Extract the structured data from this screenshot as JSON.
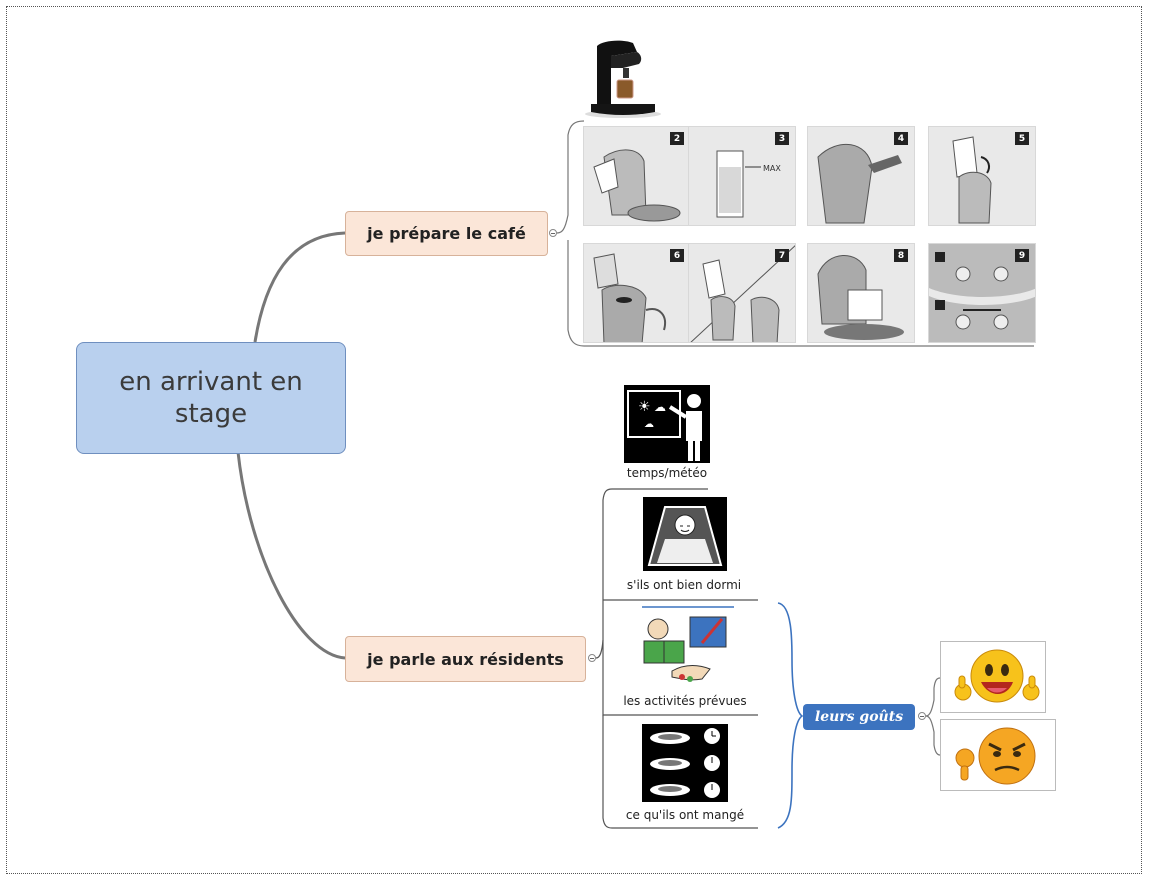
{
  "root": {
    "line1": "en arrivant en",
    "line2": "stage"
  },
  "topics": {
    "cafe": "je prépare le café",
    "residents": "je parle aux résidents"
  },
  "cafe_steps": [
    "2",
    "3",
    "4",
    "5",
    "6",
    "7",
    "8",
    "9"
  ],
  "resident_items": {
    "meteo": "temps/météo",
    "dormi": "s'ils ont bien dormi",
    "activites": "les activités prévues",
    "mange": "ce qu'ils ont mangé"
  },
  "gouts": {
    "label": "leurs goûts"
  },
  "colors": {
    "root": "#b9d0ee",
    "topic": "#fbe6d8",
    "gouts": "#3c73bf"
  }
}
